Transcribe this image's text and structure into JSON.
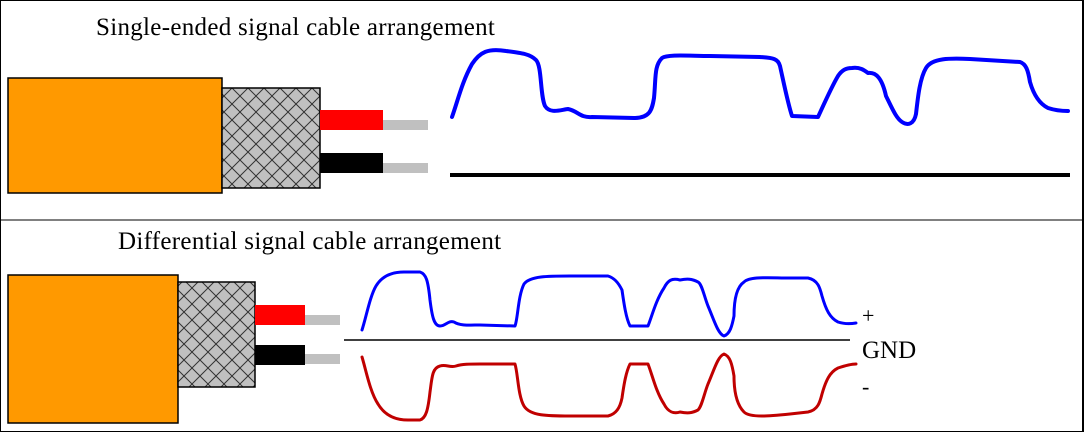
{
  "single_ended": {
    "title": "Single-ended signal cable arrangement"
  },
  "differential": {
    "title": "Differential signal cable arrangement",
    "plus_label": "+",
    "gnd_label": "GND",
    "minus_label": "-"
  },
  "colors": {
    "jacket": "#FF9900",
    "shield": "#C0C0C0",
    "red_wire": "#FF0000",
    "black_wire": "#000000",
    "conductor": "#C0C0C0",
    "signal_plus": "#0000FF",
    "signal_minus": "#C00000",
    "ground_line": "#000000"
  }
}
